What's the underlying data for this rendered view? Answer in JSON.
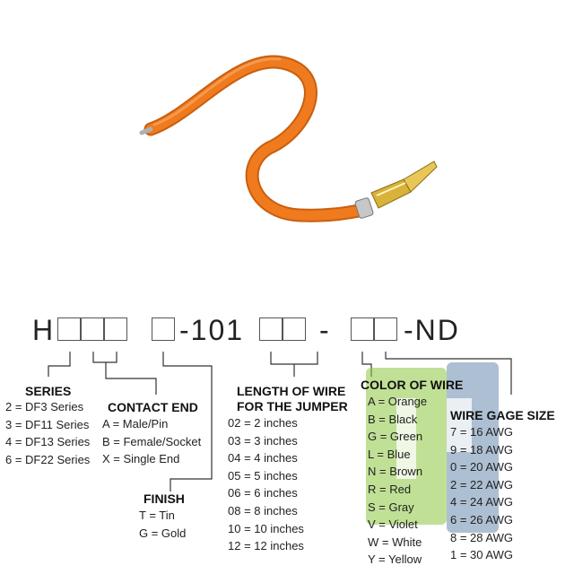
{
  "part_number": {
    "prefix": "H",
    "mid": "-101",
    "dash": "-",
    "suffix": "-ND"
  },
  "series": {
    "heading": "SERIES",
    "items": [
      "2 = DF3 Series",
      "3 = DF11 Series",
      "4 = DF13 Series",
      "6 = DF22 Series"
    ]
  },
  "contact_end": {
    "heading": "CONTACT END",
    "items": [
      "A = Male/Pin",
      "B = Female/Socket",
      "X = Single End"
    ]
  },
  "finish": {
    "heading": "FINISH",
    "items": [
      "T = Tin",
      "G = Gold"
    ]
  },
  "length": {
    "heading_line1": "LENGTH OF WIRE",
    "heading_line2": "FOR THE JUMPER",
    "items": [
      "02 = 2 inches",
      "03 = 3 inches",
      "04 = 4 inches",
      "05 = 5 inches",
      "06 = 6 inches",
      "08 = 8 inches",
      "10 = 10 inches",
      "12 = 12 inches"
    ]
  },
  "color": {
    "heading": "COLOR OF WIRE",
    "items": [
      "A = Orange",
      "B = Black",
      "G = Green",
      "L = Blue",
      "N = Brown",
      "R = Red",
      "S = Gray",
      "V = Violet",
      "W = White",
      "Y = Yellow"
    ]
  },
  "gage": {
    "heading": "WIRE GAGE SIZE",
    "items": [
      "7 = 16 AWG",
      "9 = 18 AWG",
      "0 = 20 AWG",
      "2 = 22 AWG",
      "4 = 24 AWG",
      "6 = 26 AWG",
      "8 = 28 AWG",
      "1 = 30 AWG"
    ]
  },
  "colors": {
    "wire": "#f07a1e",
    "logo_green": "#8cc63f",
    "logo_blue": "#5b7fa6"
  }
}
